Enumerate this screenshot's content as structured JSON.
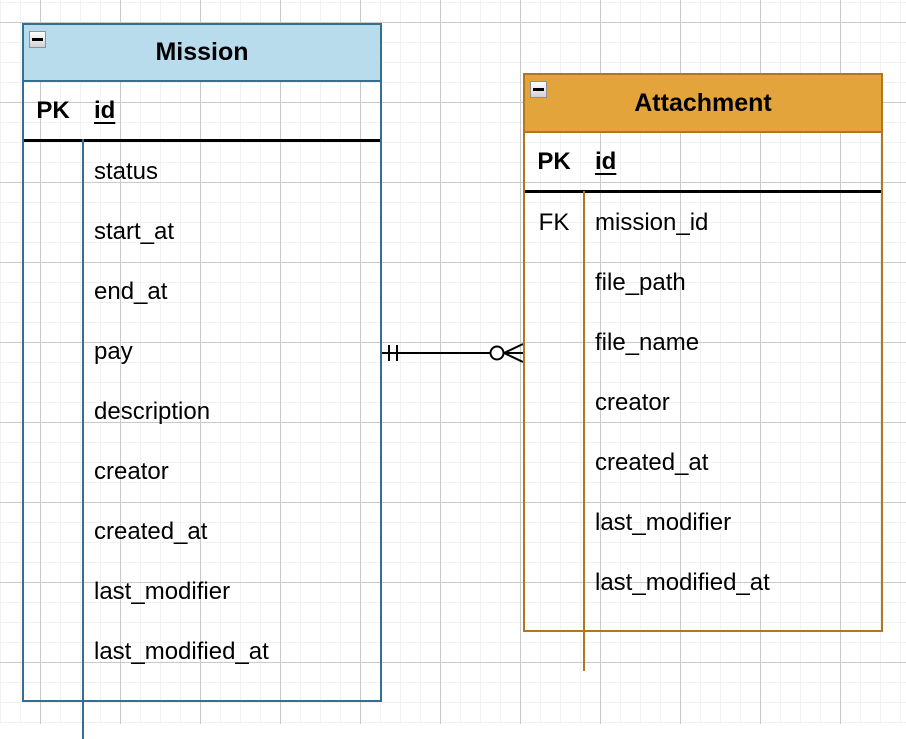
{
  "diagram": {
    "grid": {
      "background": "#ffffff",
      "minor_line_color": "#f2f2f2",
      "major_line_color": "#c9c9c9"
    },
    "entities": [
      {
        "title": "Mission",
        "header_fill": "#b9dcec",
        "border_color": "#336f91",
        "rows": [
          {
            "key": "PK",
            "field": "id"
          },
          {
            "key": "",
            "field": "status"
          },
          {
            "key": "",
            "field": "start_at"
          },
          {
            "key": "",
            "field": "end_at"
          },
          {
            "key": "",
            "field": "pay"
          },
          {
            "key": "",
            "field": "description"
          },
          {
            "key": "",
            "field": "creator"
          },
          {
            "key": "",
            "field": "created_at"
          },
          {
            "key": "",
            "field": "last_modifier"
          },
          {
            "key": "",
            "field": "last_modified_at"
          }
        ]
      },
      {
        "title": "Attachment",
        "header_fill": "#e4a43c",
        "border_color": "#b0771f",
        "rows": [
          {
            "key": "PK",
            "field": "id"
          },
          {
            "key": "FK",
            "field": "mission_id"
          },
          {
            "key": "",
            "field": "file_path"
          },
          {
            "key": "",
            "field": "file_name"
          },
          {
            "key": "",
            "field": "creator"
          },
          {
            "key": "",
            "field": "created_at"
          },
          {
            "key": "",
            "field": "last_modifier"
          },
          {
            "key": "",
            "field": "last_modified_at"
          }
        ]
      }
    ],
    "relationship": {
      "from_entity": "Mission",
      "to_entity": "Attachment",
      "from_notation": "one-and-only-one",
      "to_notation": "zero-or-many",
      "line_color": "#000000"
    }
  }
}
